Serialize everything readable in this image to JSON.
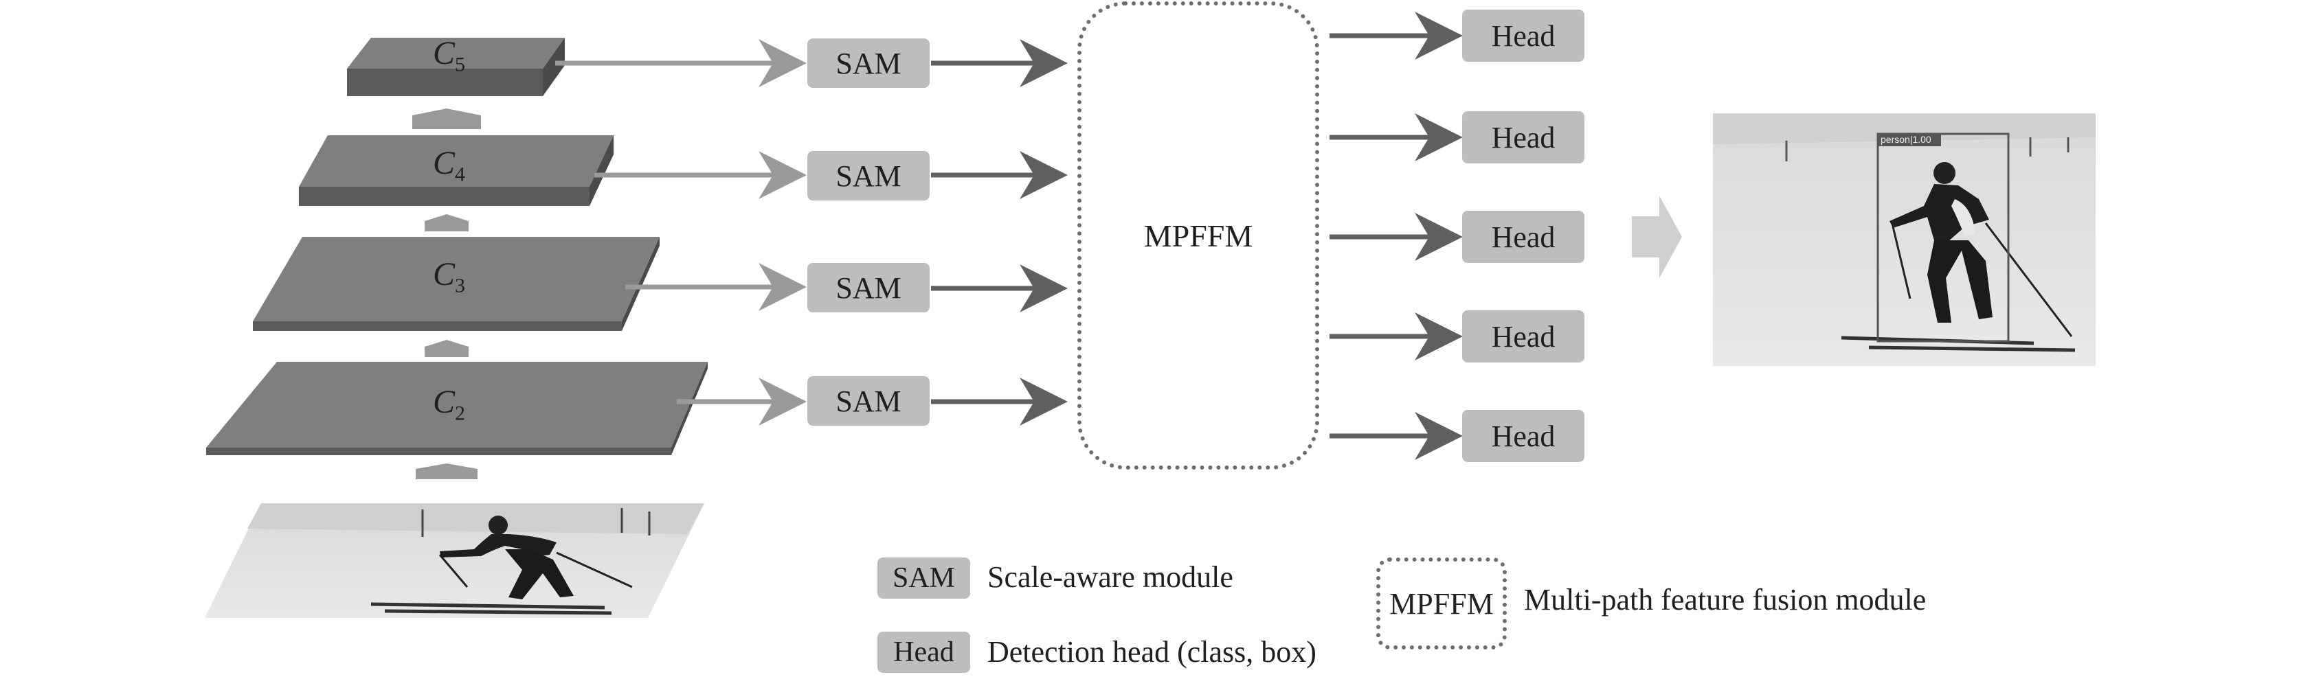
{
  "backbone": {
    "levels": [
      {
        "name": "C",
        "sub": "5"
      },
      {
        "name": "C",
        "sub": "4"
      },
      {
        "name": "C",
        "sub": "3"
      },
      {
        "name": "C",
        "sub": "2"
      }
    ]
  },
  "sam_label": "SAM",
  "fusion_label": "MPFFM",
  "head_label": "Head",
  "legend": {
    "sam_key": "SAM",
    "sam_desc": "Scale-aware module",
    "head_key": "Head",
    "head_desc": "Detection head (class, box)",
    "mpffm_key": "MPFFM",
    "mpffm_desc": "Multi-path feature fusion module"
  },
  "output": {
    "detection_label": "person|1.00"
  },
  "colors": {
    "layer_top": "#7f7f7f",
    "layer_side": "#5a5a5a",
    "box_fill": "#bdbdbd",
    "arrow_light": "#9a9a9a",
    "arrow_dark": "#5f5f5f"
  }
}
